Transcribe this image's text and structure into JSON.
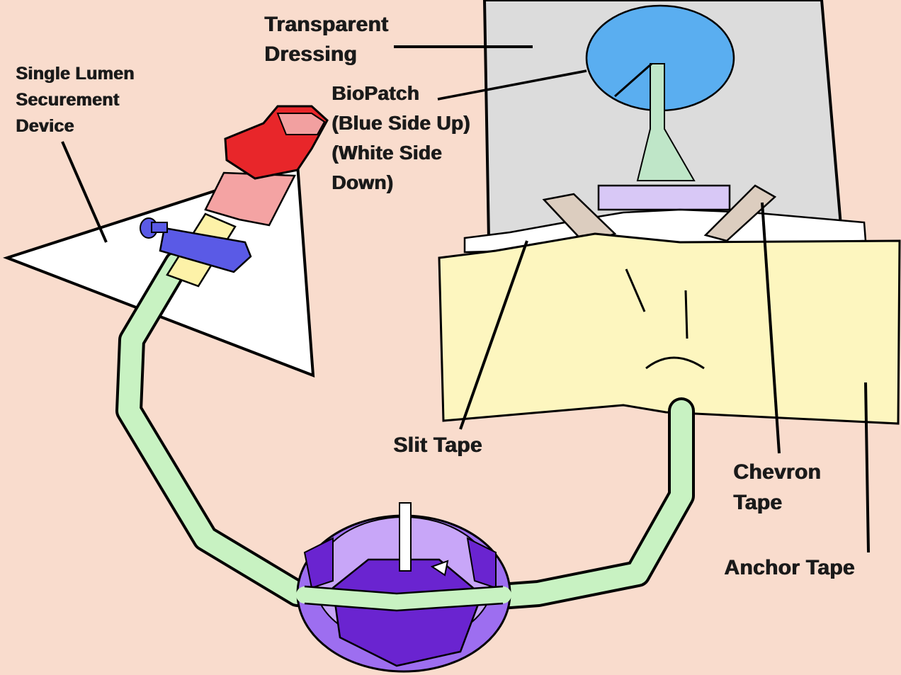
{
  "labels": {
    "securement_device": "Single Lumen\nSecurement\nDevice",
    "transparent_dressing": "Transparent\nDressing",
    "biopatch": "BioPatch\n(Blue Side Up)\n(White Side\nDown)",
    "slit_tape": "Slit Tape",
    "chevron_tape": "Chevron\nTape",
    "anchor_tape": "Anchor Tape"
  },
  "colors": {
    "background": "#f9dccd",
    "transparent_dressing": "#dcdcdc",
    "biopatch": "#5aaef0",
    "anchor_tape": "#fdf6bf",
    "chevron_tape": "#dccdbf",
    "catheter_tubing": "#c8f2c2",
    "securement_device": "#ffffff",
    "hub_red": "#e8262a",
    "hub_pink": "#f4a3a3",
    "clamp_blue": "#5a5ae6",
    "clip_purple": "#9d6ef0",
    "clip_dark_purple": "#6a24d0"
  }
}
